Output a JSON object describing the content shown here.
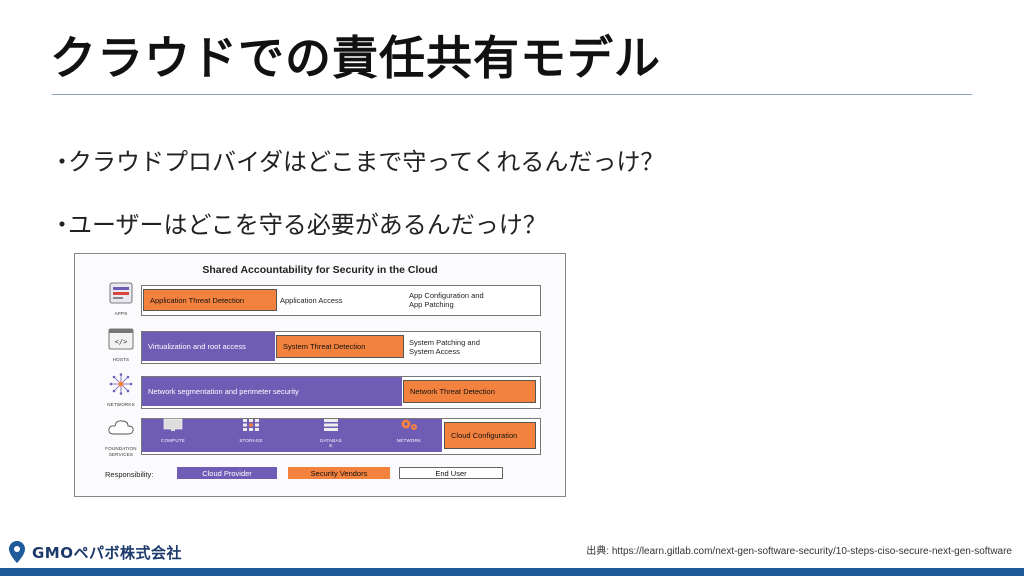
{
  "slide": {
    "title": "クラウドでの責任共有モデル",
    "bullets": [
      "クラウドプロバイダはどこまで守ってくれるんだっけ？",
      "ユーザーはどこを守る必要があるんだっけ？"
    ],
    "bullet_marker": "・",
    "source": "出典: https://learn.gitlab.com/next-gen-software-security/10-steps-ciso-secure-next-gen-software",
    "logo_text": "GMOペパボ株式会社"
  },
  "figure": {
    "title": "Shared Accountability  for Security in the Cloud",
    "sides": {
      "apps": "APPS",
      "hosts": "HOSTS",
      "networks": "NETWORKS",
      "foundation": "FOUNDATION\nSERVICES"
    },
    "rows": {
      "apps": {
        "vendor": "Application Threat Detection",
        "access": "Application Access",
        "user": "App Configuration and\nApp Patching"
      },
      "hosts": {
        "provider": "Virtualization and root access",
        "vendor": "System Threat Detection",
        "user": "System Patching and\nSystem Access"
      },
      "networks": {
        "provider": "Network segmentation and perimeter security",
        "vendor": "Network Threat Detection"
      },
      "foundation": {
        "components": [
          "COMPUTE",
          "STORAGE",
          "DATABAS\nE",
          "NETWORK"
        ],
        "user": "Cloud Configuration"
      }
    },
    "legend": {
      "label": "Responsibility:",
      "provider": "Cloud Provider",
      "vendor": "Security Vendors",
      "user": "End User"
    },
    "colors": {
      "provider": "#6f5cb5",
      "vendor": "#f4823f",
      "user": "#ffffff"
    }
  }
}
